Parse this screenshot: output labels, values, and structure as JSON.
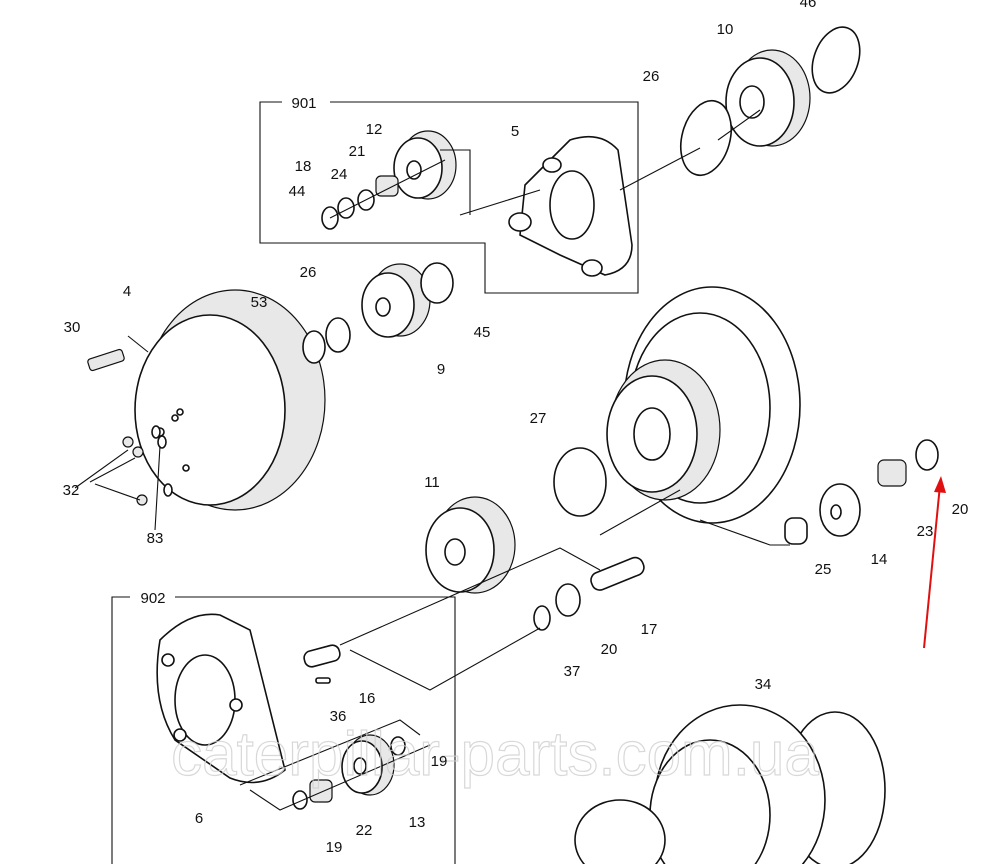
{
  "diagram": {
    "title": "Final drive exploded parts view"
  },
  "groups": {
    "g901": "901",
    "g902": "902"
  },
  "labels": {
    "l46": "46",
    "l10": "10",
    "l26a": "26",
    "l12": "12",
    "l5": "5",
    "l21": "21",
    "l18": "18",
    "l24": "24",
    "l44": "44",
    "l4": "4",
    "l26b": "26",
    "l53": "53",
    "l45": "45",
    "l9": "9",
    "l30": "30",
    "l27": "27",
    "l32": "32",
    "l83": "83",
    "l11": "11",
    "l20a": "20",
    "l23": "23",
    "l25": "25",
    "l14": "14",
    "l17": "17",
    "l20b": "20",
    "l37": "37",
    "l16": "16",
    "l36": "36",
    "l34": "34",
    "l19a": "19",
    "l22": "22",
    "l13": "13",
    "l19b": "19",
    "l6": "6"
  },
  "watermark": "caterpillar-parts.com.ua",
  "colors": {
    "arrow": "#e01010",
    "line": "#111111"
  }
}
